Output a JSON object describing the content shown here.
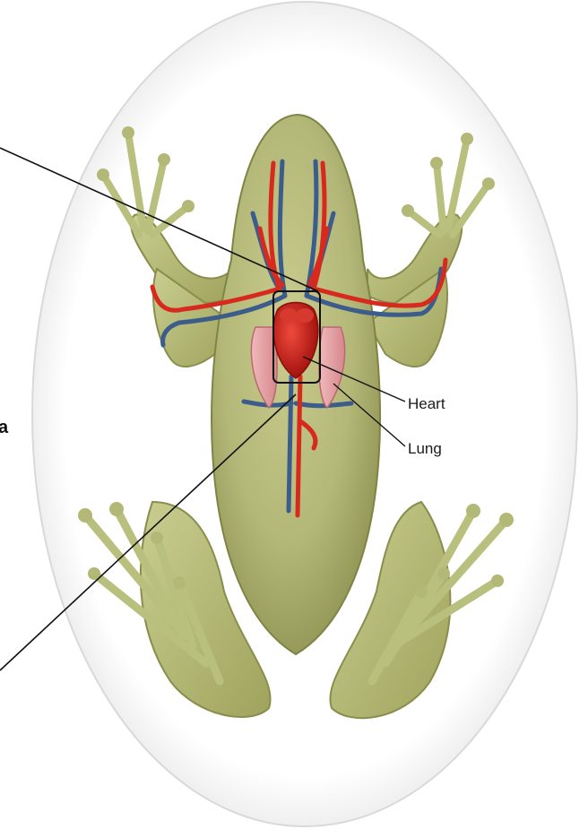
{
  "labels": {
    "heart": "Heart",
    "lung": "Lung",
    "edge_fragment": "a"
  },
  "colors": {
    "frog_skin": "#b9bf7c",
    "artery": "#d8291f",
    "vein": "#3c5d8c",
    "lung": "#e7a3a6",
    "heart": "#c81d1d",
    "leader_line": "#111111"
  }
}
